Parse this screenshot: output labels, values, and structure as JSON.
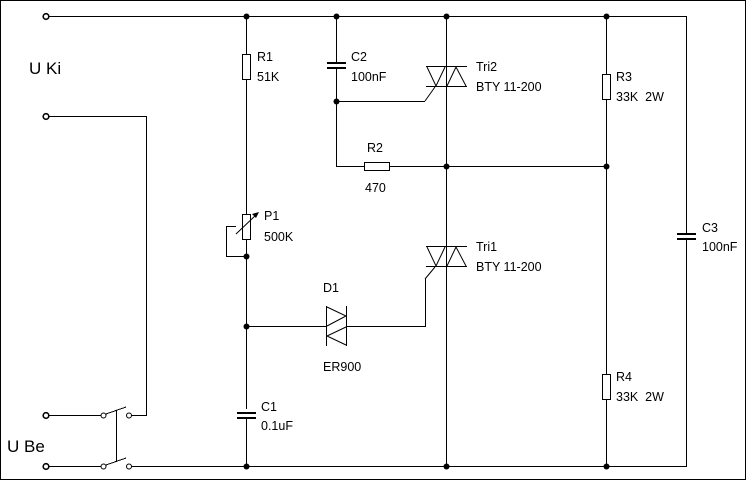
{
  "diagram": {
    "title": "Triac switching circuit schematic",
    "colors": {
      "wire": "#000000",
      "background": "#ffffff"
    },
    "terminals": {
      "u_ki": {
        "label": "U Ki"
      },
      "u_be": {
        "label": "U Be"
      }
    },
    "components": {
      "R1": {
        "ref": "R1",
        "value": "51K",
        "type": "resistor"
      },
      "R2": {
        "ref": "R2",
        "value": "470",
        "type": "resistor"
      },
      "R3": {
        "ref": "R3",
        "value": "33K  2W",
        "type": "resistor"
      },
      "R4": {
        "ref": "R4",
        "value": "33K  2W",
        "type": "resistor"
      },
      "P1": {
        "ref": "P1",
        "value": "500K",
        "type": "potentiometer"
      },
      "C1": {
        "ref": "C1",
        "value": "0.1uF",
        "type": "capacitor"
      },
      "C2": {
        "ref": "C2",
        "value": "100nF",
        "type": "capacitor"
      },
      "C3": {
        "ref": "C3",
        "value": "100nF",
        "type": "capacitor"
      },
      "D1": {
        "ref": "D1",
        "value": "ER900",
        "type": "diac"
      },
      "Tri1": {
        "ref": "Tri1",
        "value": "BTY 11-200",
        "type": "triac"
      },
      "Tri2": {
        "ref": "Tri2",
        "value": "BTY 11-200",
        "type": "triac"
      },
      "S1": {
        "type": "double-pole switch"
      }
    }
  }
}
